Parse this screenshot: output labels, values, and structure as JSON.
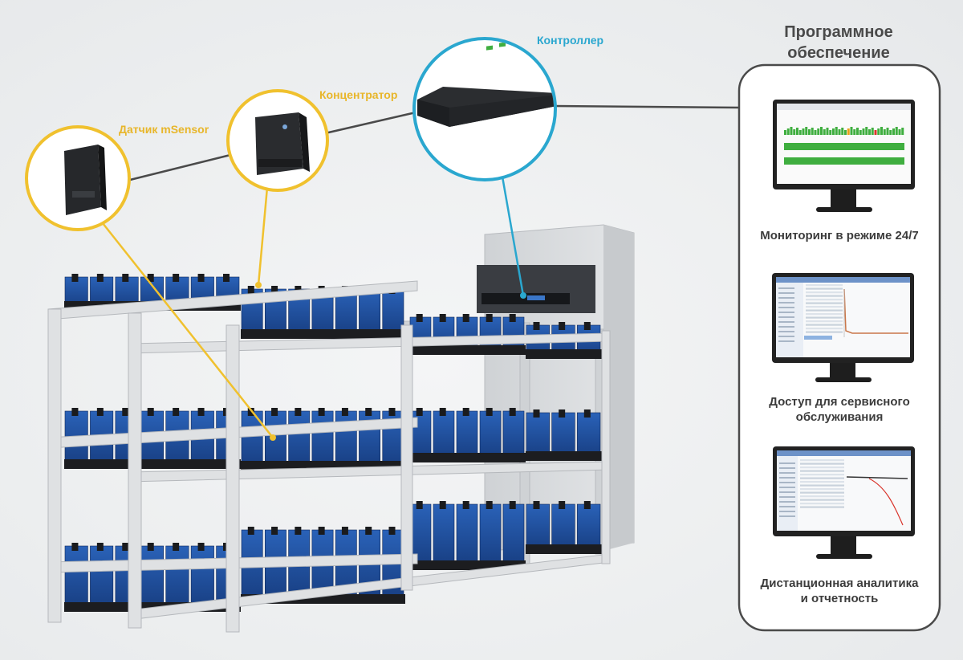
{
  "labels": {
    "sensor": "Датчик mSensor",
    "hub": "Концентратор",
    "controller": "Контроллер"
  },
  "software": {
    "title": "Программное обеспечение",
    "monitors": [
      {
        "caption": "Мониторинг в режиме 24/7"
      },
      {
        "caption": "Доступ для сервисного обслуживания"
      },
      {
        "caption": "Дистанционная аналитика и отчетность"
      }
    ]
  },
  "colors": {
    "sensor_ring": "#f0c12e",
    "controller_ring": "#2aa7cf",
    "battery": "#1f4d9c",
    "rack": "#d5d7da",
    "panel_border": "#4a4a4a",
    "status_ok": "#3fae3f",
    "status_warn": "#e8a21a",
    "status_alarm": "#d9342b"
  }
}
